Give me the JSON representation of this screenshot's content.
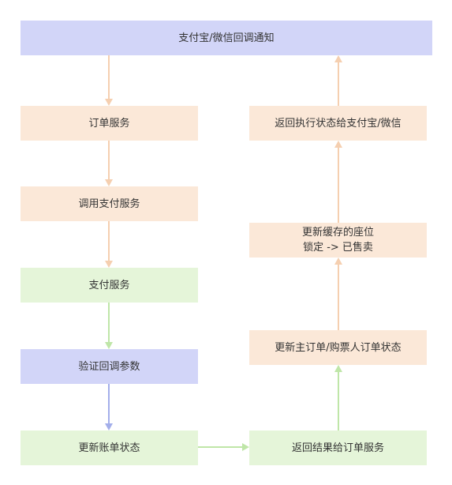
{
  "nodes": [
    {
      "id": "callback",
      "label": "支付宝/微信回调通知",
      "color": "#d2d5f8"
    },
    {
      "id": "order-service",
      "label": "订单服务",
      "color": "#fbe8d8"
    },
    {
      "id": "call-pay",
      "label": "调用支付服务",
      "color": "#fbe8d8"
    },
    {
      "id": "pay-service",
      "label": "支付服务",
      "color": "#e5f5d9"
    },
    {
      "id": "verify",
      "label": "验证回调参数",
      "color": "#d2d5f8"
    },
    {
      "id": "update-account",
      "label": "更新账单状态",
      "color": "#e5f5d9"
    },
    {
      "id": "return-result",
      "label": "返回结果给订单服务",
      "color": "#e5f5d9"
    },
    {
      "id": "update-order",
      "label": "更新主订单/购票人订单状态",
      "color": "#fbe8d8"
    },
    {
      "id": "update-cache",
      "lines": [
        "更新缓存的座位",
        "锁定 -> 已售卖"
      ],
      "color": "#fbe8d8"
    },
    {
      "id": "return-exec",
      "label": "返回执行状态给支付宝/微信",
      "color": "#fbe8d8"
    }
  ],
  "edges": [
    {
      "from": "callback",
      "to": "order-service",
      "color": "#f5cfb0"
    },
    {
      "from": "order-service",
      "to": "call-pay",
      "color": "#f5cfb0"
    },
    {
      "from": "call-pay",
      "to": "pay-service",
      "color": "#f5cfb0"
    },
    {
      "from": "pay-service",
      "to": "verify",
      "color": "#bfe6a8"
    },
    {
      "from": "verify",
      "to": "update-account",
      "color": "#a3aeea"
    },
    {
      "from": "update-account",
      "to": "return-result",
      "color": "#bfe6a8"
    },
    {
      "from": "return-result",
      "to": "update-order",
      "color": "#bfe6a8"
    },
    {
      "from": "update-order",
      "to": "update-cache",
      "color": "#f5cfb0"
    },
    {
      "from": "update-cache",
      "to": "return-exec",
      "color": "#f5cfb0"
    },
    {
      "from": "return-exec",
      "to": "callback",
      "color": "#f5cfb0"
    }
  ]
}
